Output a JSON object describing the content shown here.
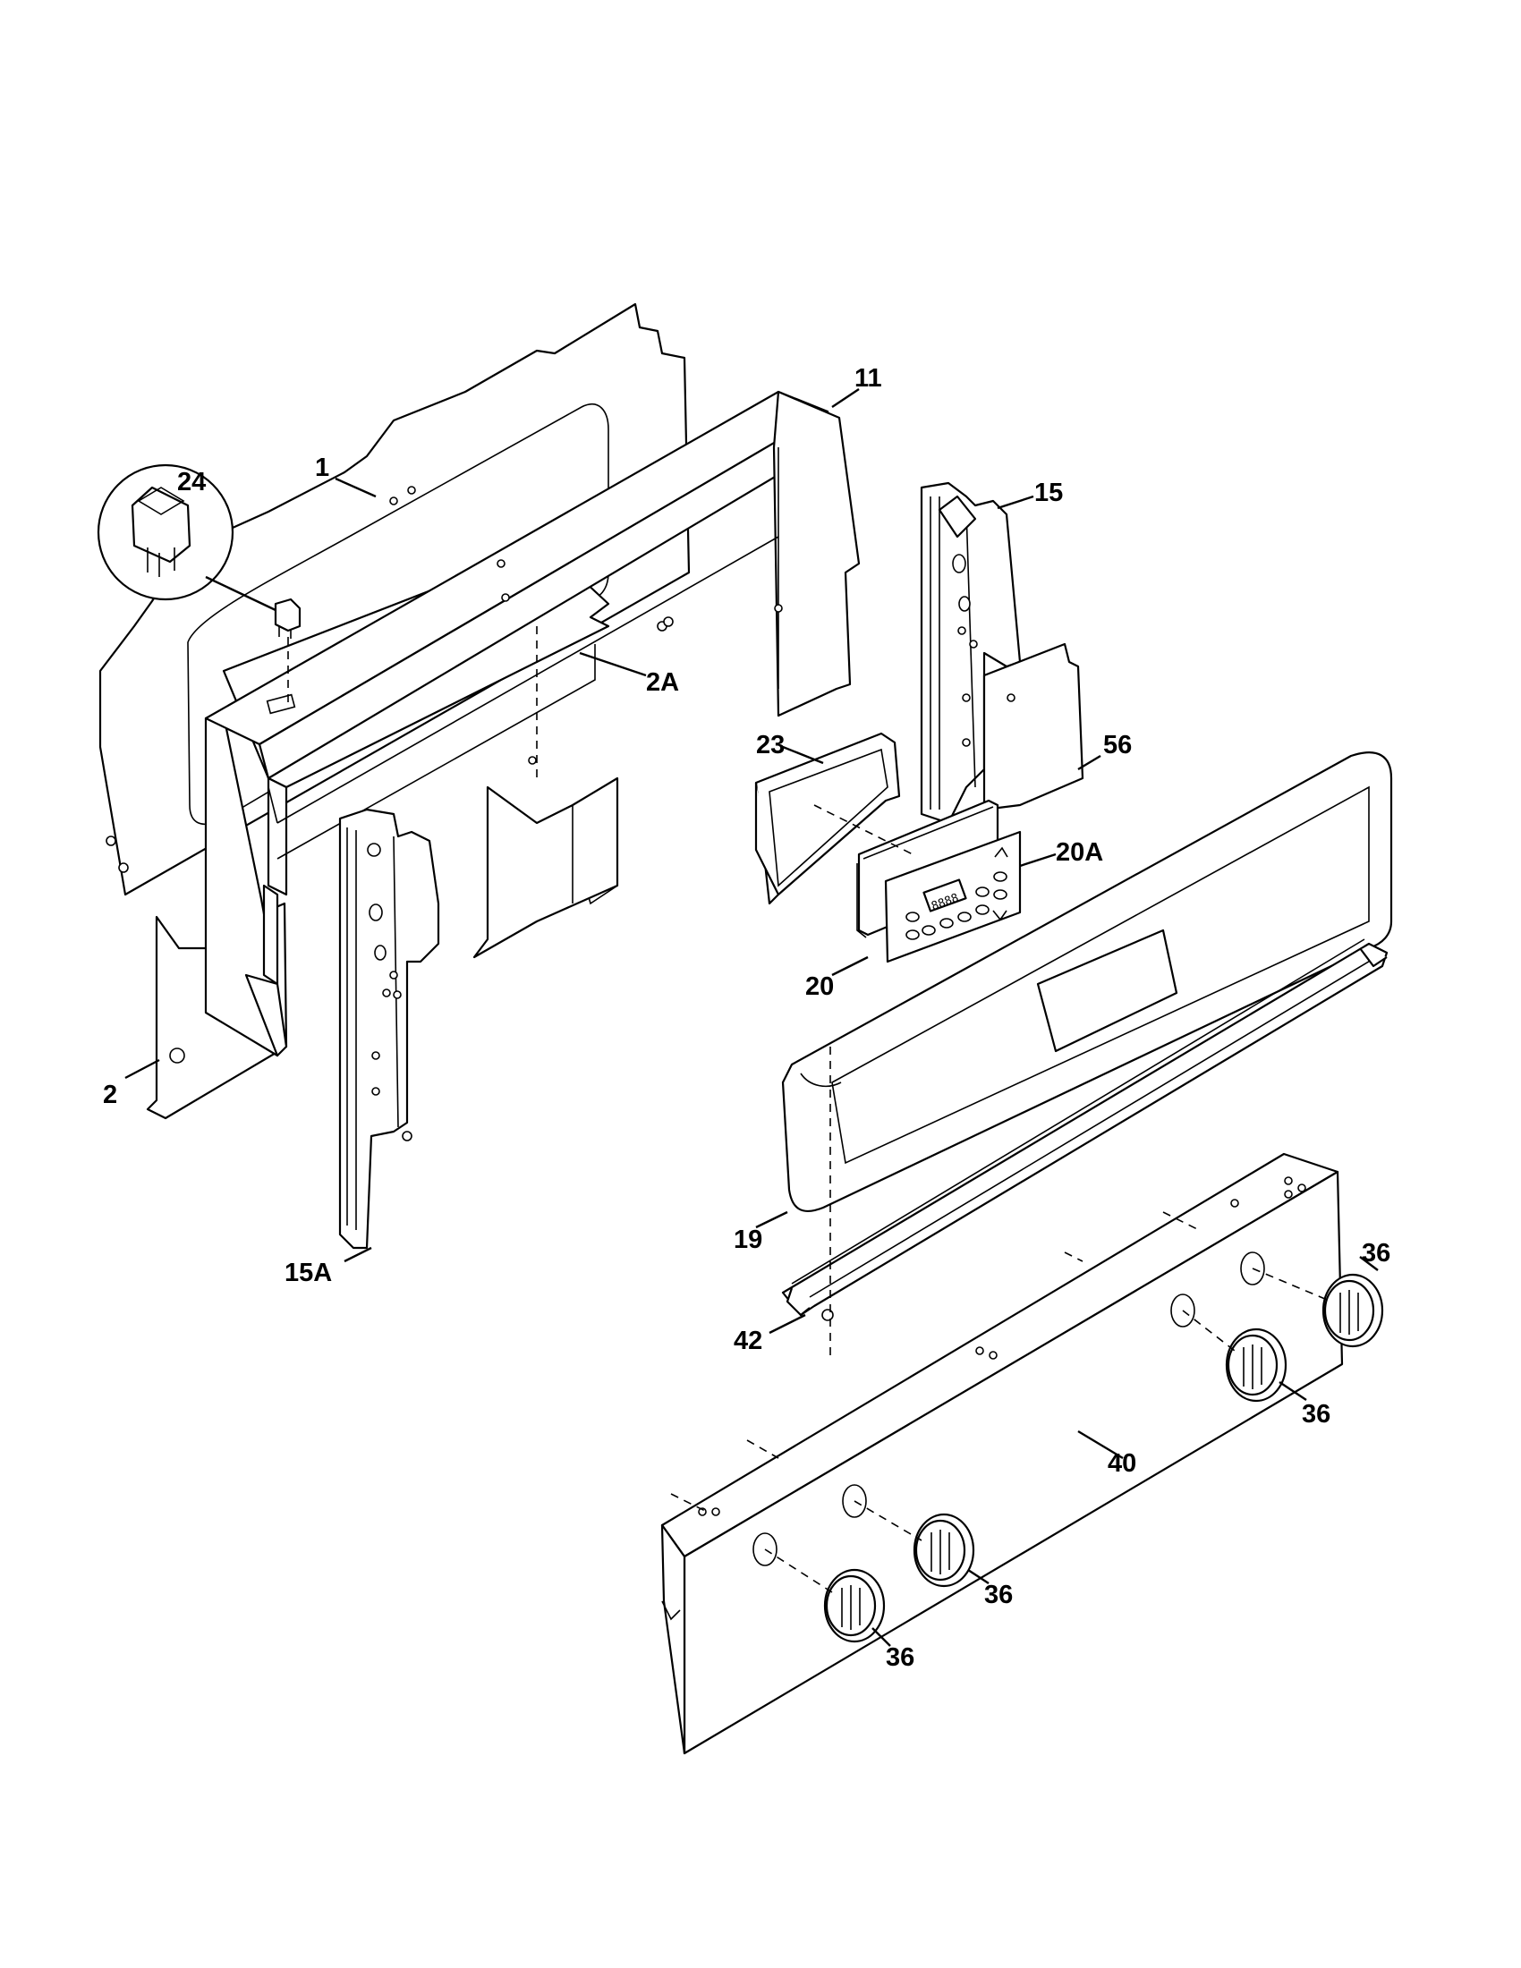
{
  "callouts": {
    "c1": "1",
    "c2": "2",
    "c2a": "2A",
    "c11": "11",
    "c15": "15",
    "c15a": "15A",
    "c19": "19",
    "c20": "20",
    "c20a": "20A",
    "c23": "23",
    "c24": "24",
    "c36a": "36",
    "c36b": "36",
    "c36c": "36",
    "c36d": "36",
    "c40": "40",
    "c42": "42",
    "c56": "56"
  },
  "control_display": "8888"
}
